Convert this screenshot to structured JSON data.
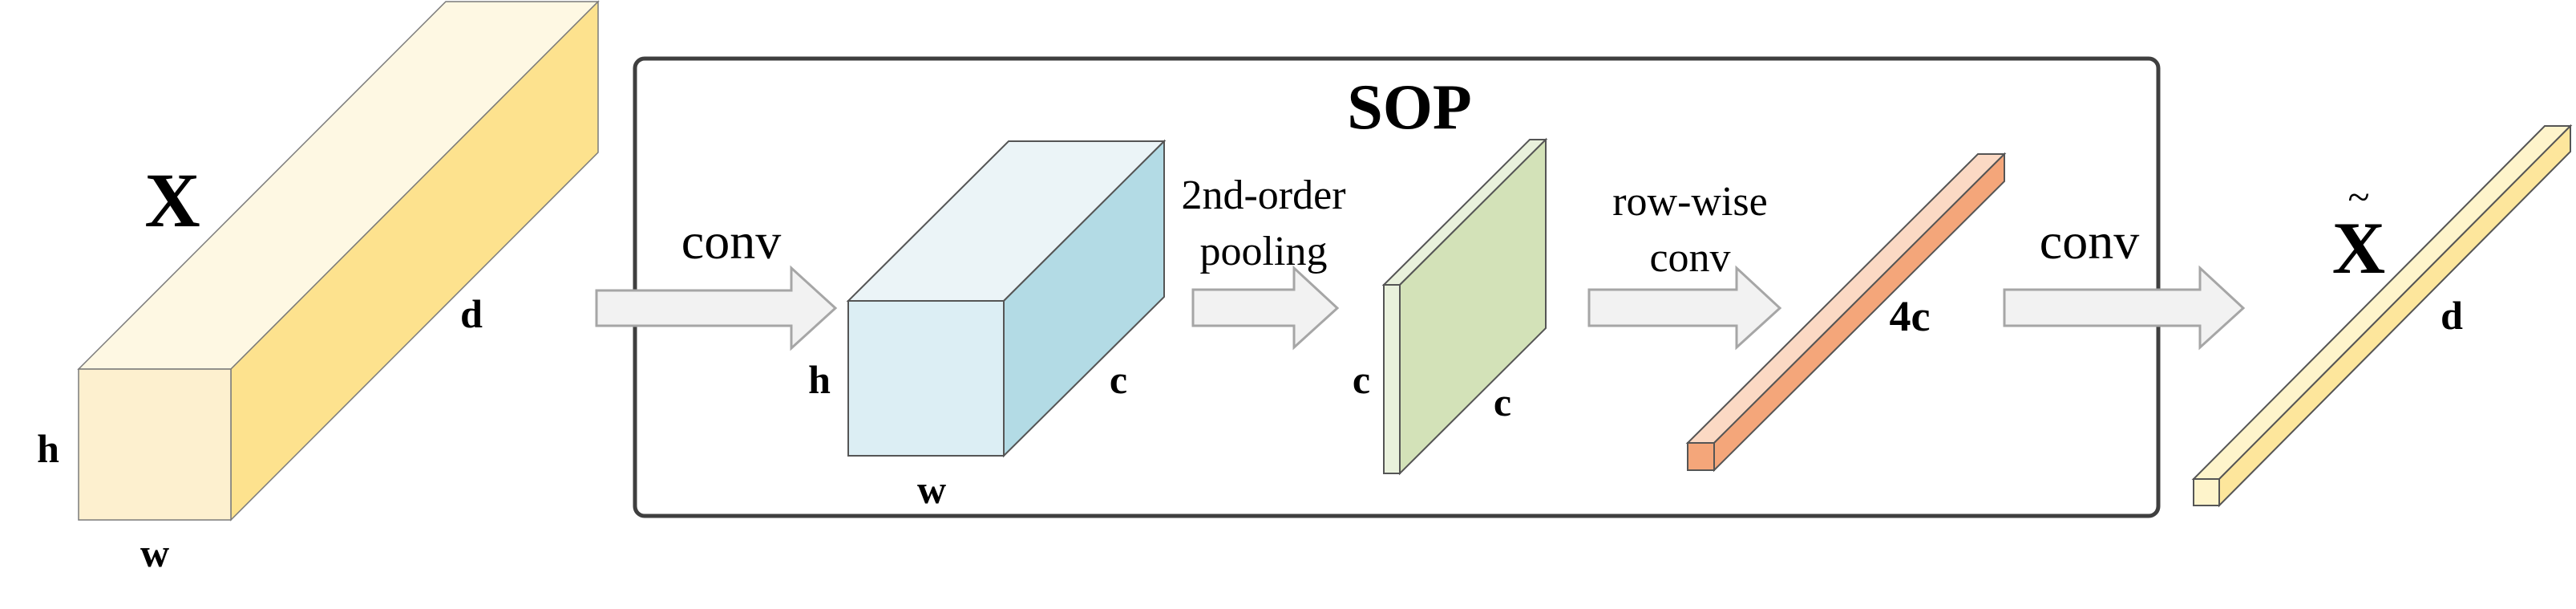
{
  "input": {
    "label": "X",
    "dim_h": "h",
    "dim_w": "w",
    "dim_d": "d"
  },
  "sop": {
    "title": "SOP",
    "step1": {
      "label": "conv"
    },
    "tensor1": {
      "dim_h": "h",
      "dim_w": "w",
      "dim_c": "c"
    },
    "step2": {
      "label_line1": "2nd-order",
      "label_line2": "pooling"
    },
    "matrix": {
      "dim_rows": "c",
      "dim_cols": "c"
    },
    "step3": {
      "label_line1": "row-wise",
      "label_line2": "conv"
    },
    "vector": {
      "dim": "4c"
    }
  },
  "step4": {
    "label": "conv"
  },
  "output": {
    "label": "X",
    "tilde": "~",
    "dim_d": "d"
  },
  "colors": {
    "input_front": "#FDF0CF",
    "input_top": "#FEF8E3",
    "input_side": "#FDE28E",
    "tensor_front": "#DCEEF4",
    "tensor_top": "#EBF4F7",
    "tensor_side": "#B3DBE5",
    "matrix_face": "#D3E2B8",
    "matrix_edge": "#E9F1DC",
    "vector_top": "#FBD9C4",
    "vector_side": "#F4A67A",
    "output_front": "#FEF4CB",
    "output_side": "#FDE69C",
    "arrow_fill": "#F2F2F2",
    "arrow_stroke": "#A6A6A6",
    "box_stroke": "#3F3F3F"
  }
}
